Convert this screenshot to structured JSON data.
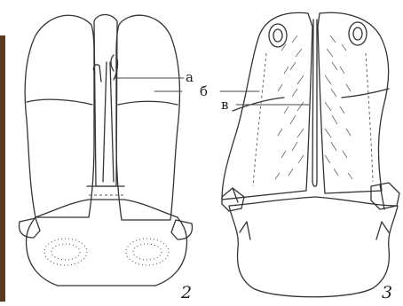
{
  "figure": {
    "panels": [
      {
        "number": "2"
      },
      {
        "number": "3"
      }
    ],
    "labels": {
      "a": "а",
      "b": "б",
      "v": "в"
    }
  }
}
